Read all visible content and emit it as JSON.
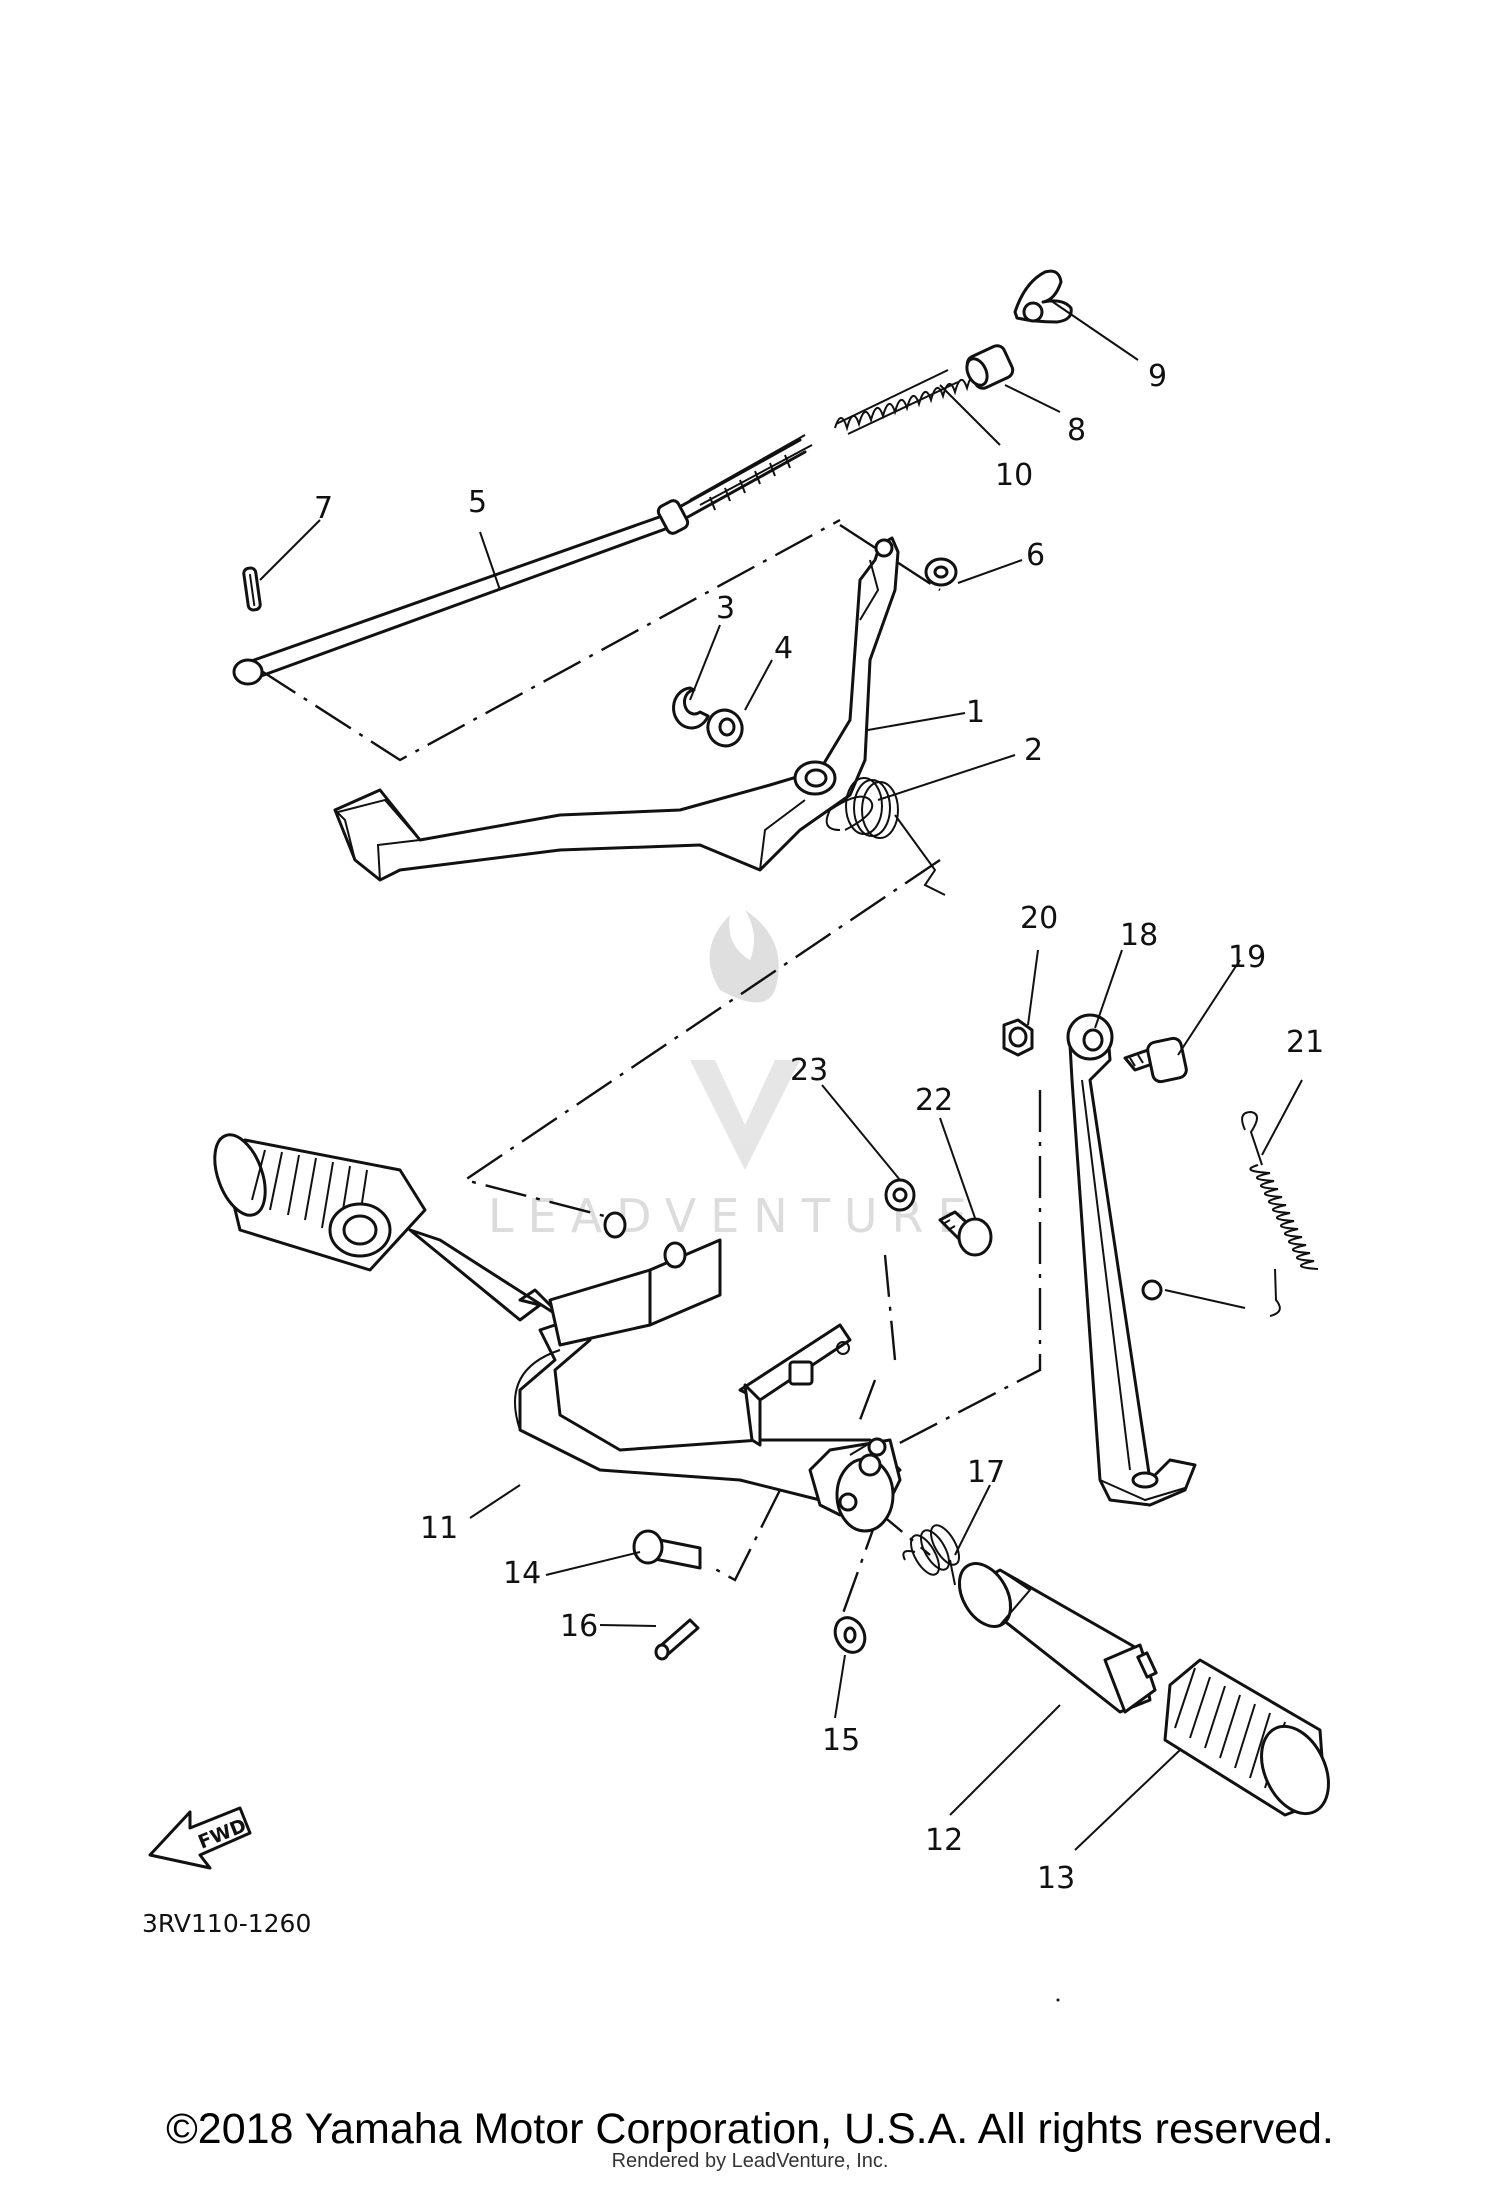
{
  "diagram": {
    "callouts": [
      "1",
      "2",
      "3",
      "4",
      "5",
      "6",
      "7",
      "8",
      "9",
      "10",
      "11",
      "12",
      "13",
      "14",
      "15",
      "16",
      "17",
      "18",
      "19",
      "20",
      "21",
      "22",
      "23"
    ],
    "fwd_label": "FWD",
    "diagram_code": "3RV110-1260",
    "watermark": "LEADVENTURE"
  },
  "footer": {
    "copyright": "©2018 Yamaha Motor Corporation, U.S.A. All rights reserved.",
    "rendered_by": "Rendered by LeadVenture, Inc."
  }
}
